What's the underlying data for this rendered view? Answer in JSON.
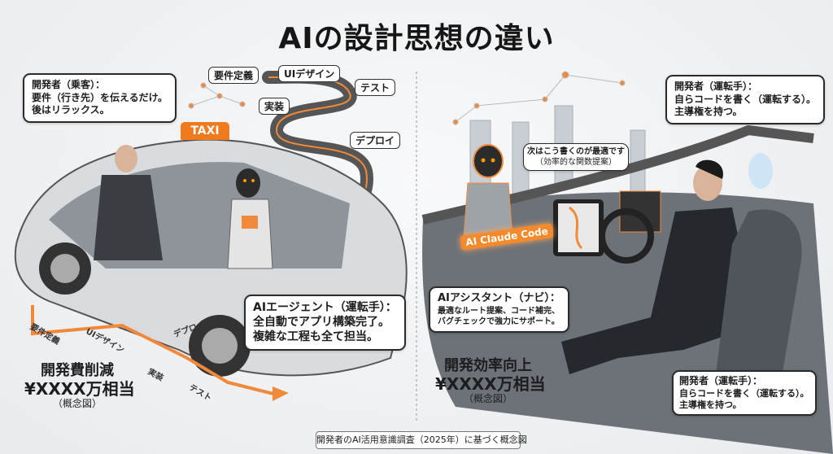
{
  "title": "AIの設計思想の違い",
  "left": {
    "passenger_callout": [
      "開発者（乗客）：",
      "要件（行き先）を伝えるだけ。",
      "後はリラックス。"
    ],
    "road_tags": {
      "requirements": "要件定義",
      "ui_design": "UIデザイン",
      "test": "テスト",
      "implementation": "実装",
      "deploy": "デプロイ"
    },
    "taxi_sign": "TAXI",
    "agent_callout": [
      "AIエージェント（運転手）：",
      "全自動でアプリ構築完了。",
      "複雑な工程も全て担当。"
    ],
    "path_labels": {
      "requirements": "要件定義",
      "ui_design": "UIデザイン",
      "implementation": "実装",
      "deploy": "デプロイ",
      "test": "テスト"
    },
    "summary": {
      "line1": "開発費削減",
      "line2": "¥XXXX万相当",
      "line3": "（概念図）"
    }
  },
  "right": {
    "driver_callout_top": [
      "開発者（運転手）：",
      "自らコードを書く（運転する）。",
      "主導権を持つ。"
    ],
    "ai_suggestion": [
      "次はこう書くのが最適です",
      "（効率的な関数提案）"
    ],
    "ai_label": "AI Claude Code",
    "assistant_callout": [
      "AIアシスタント（ナビ）：",
      "最適なルート提案、コード補完、",
      "バグチェックで強力にサポート。"
    ],
    "summary": {
      "line1": "開発効率向上",
      "line2": "¥XXXX万相当",
      "line3": "（概念図）"
    },
    "driver_callout_bottom": [
      "開発者（運転手）：",
      "自らコードを書く（運転する）。",
      "主導権を持つ。"
    ]
  },
  "footer": "開発者のAI活用意識調査（2025年）に基づく概念図",
  "colors": {
    "accent": "#f07a1e",
    "outline": "#2b2b2b"
  }
}
